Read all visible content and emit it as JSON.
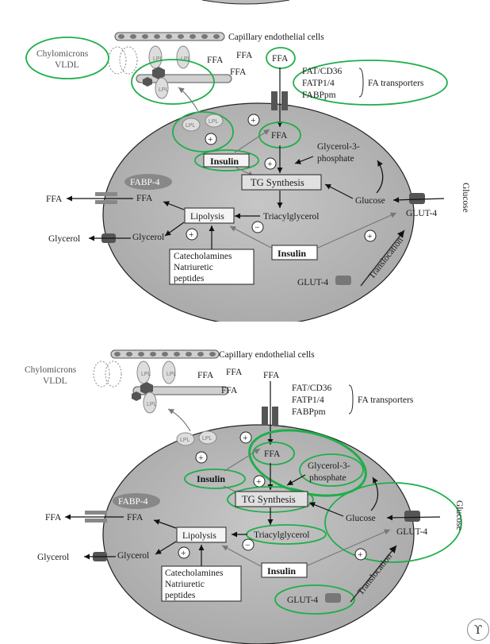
{
  "labels": {
    "capillary": "Capillary endothelial cells",
    "chylomicrons": "Chylomicrons",
    "vldl": "VLDL",
    "lpl": "LPL",
    "ffa": "FFA",
    "fat_cd36": "FAT/CD36",
    "fatp": "FATP1/4",
    "fabppm": "FABPpm",
    "fa_transporters": "FA transporters",
    "insulin": "Insulin",
    "tg_synthesis": "TG Synthesis",
    "glycerol3p_line1": "Glycerol-3-",
    "glycerol3p_line2": "phosphate",
    "glucose": "Glucose",
    "glut4": "GLUT-4",
    "fabp4": "FABP-4",
    "lipolysis": "Lipolysis",
    "triacylglycerol": "Triacylglycerol",
    "glycerol": "Glycerol",
    "catecholamines": "Catecholamines",
    "natriuretic": "Natriuretic",
    "peptides": "peptides",
    "translocation": "Translocation",
    "plus": "+",
    "minus": "−"
  },
  "colors": {
    "highlight": "#1fae4a",
    "cell_fill": "#b3b3b3"
  }
}
